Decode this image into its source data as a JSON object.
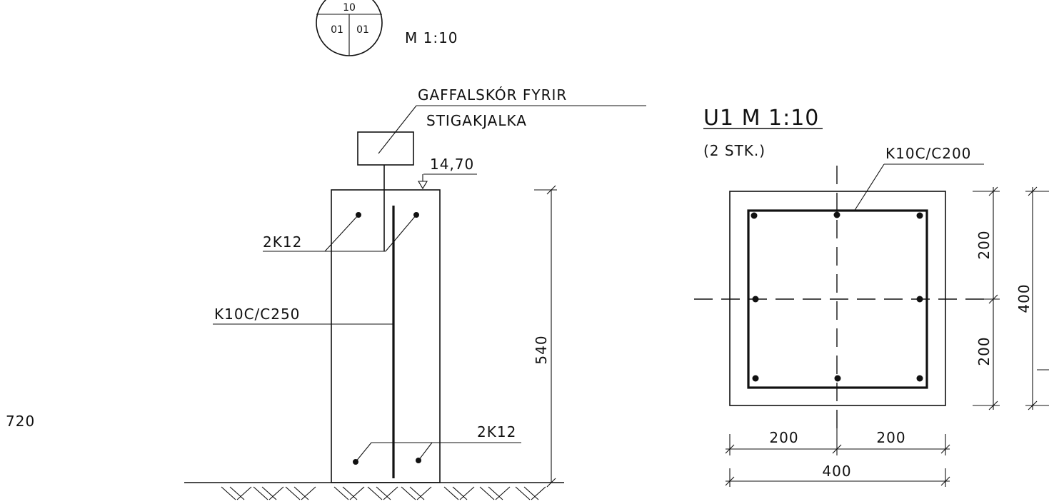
{
  "detail_marker": {
    "top": "10",
    "left": "01",
    "right": "01"
  },
  "scale_top": "M 1:10",
  "left_elevation": {
    "note_line1": "GAFFALSKÓR FYRIR",
    "note_line2": "STIGAKJALKA",
    "level": "14,70",
    "rebar_top": "2K12",
    "stirrups": "K10C/C250",
    "rebar_bottom": "2K12",
    "height_dim": "540",
    "side_dim": "720"
  },
  "section": {
    "title": "U1 M 1:10",
    "count": "(2 STK.)",
    "stirrups": "K10C/C200",
    "dim_v_top": "200",
    "dim_v_bottom": "200",
    "dim_v_total": "400",
    "dim_h_left": "200",
    "dim_h_right": "200",
    "dim_h_total": "400"
  }
}
